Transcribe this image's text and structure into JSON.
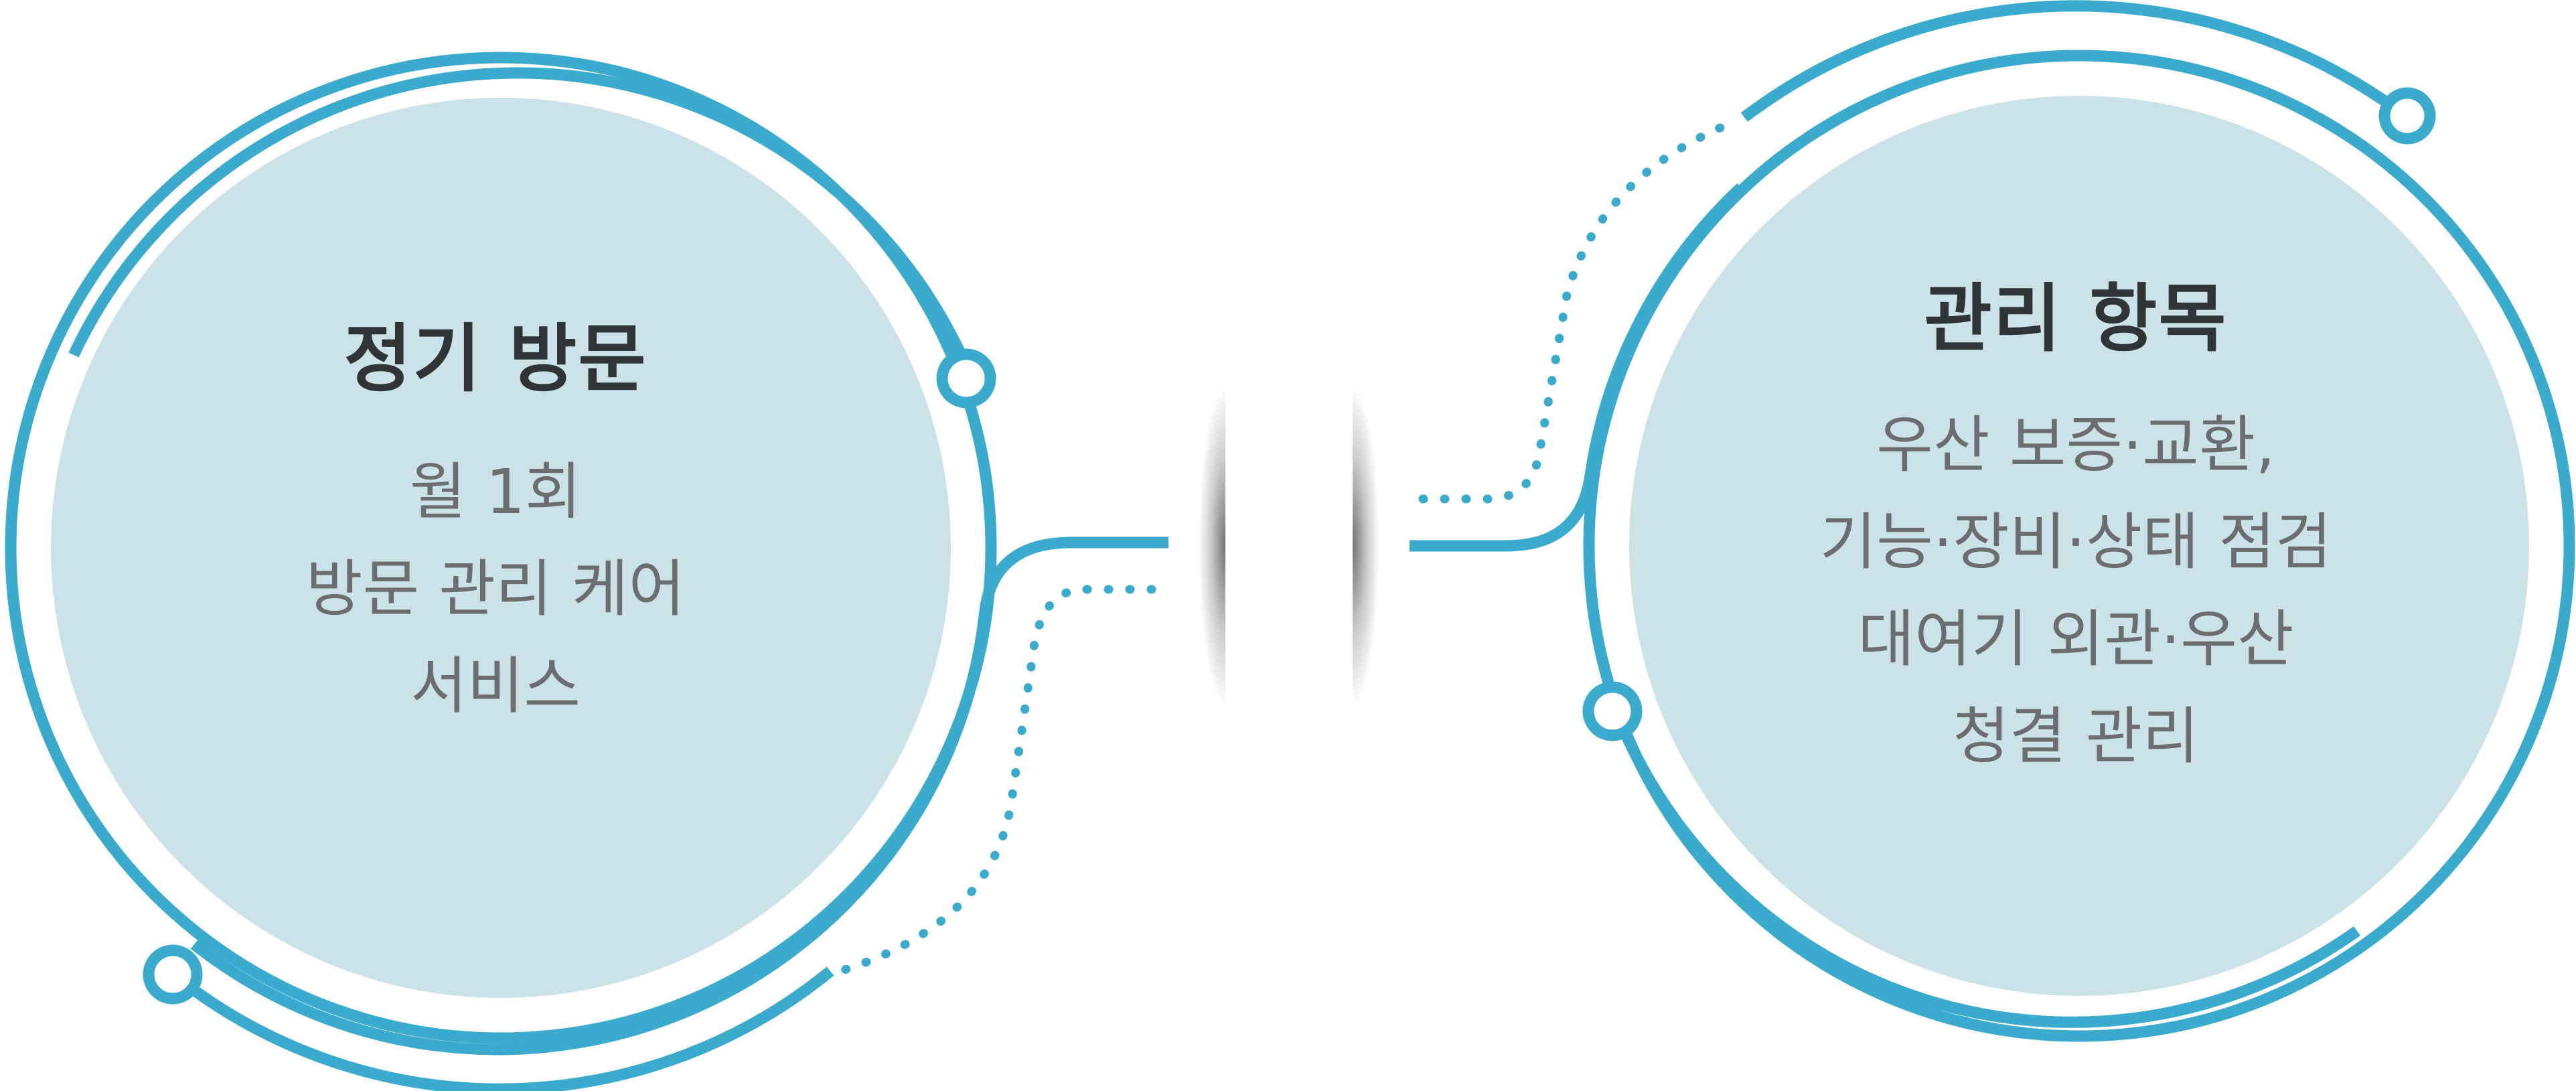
{
  "colors": {
    "accent": "#3aabcc",
    "circle_fill": "#cce2e9",
    "title_text": "#2f3437",
    "body_text": "#6b6e70"
  },
  "left": {
    "title": "정기 방문",
    "lines": [
      "월 1회",
      "방문 관리 케어",
      "서비스"
    ]
  },
  "right": {
    "title": "관리 항목",
    "lines": [
      "우산 보증·교환,",
      "기능·장비·상태 점검",
      "대여기 외관·우산",
      "청결 관리"
    ]
  }
}
